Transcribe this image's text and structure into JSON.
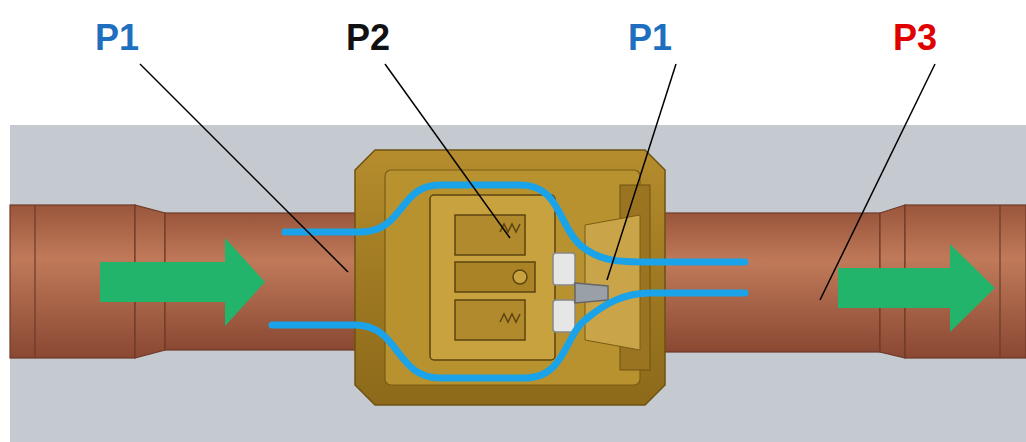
{
  "diagram": {
    "labels": [
      "P1",
      "P2",
      "P1",
      "P3"
    ]
  }
}
